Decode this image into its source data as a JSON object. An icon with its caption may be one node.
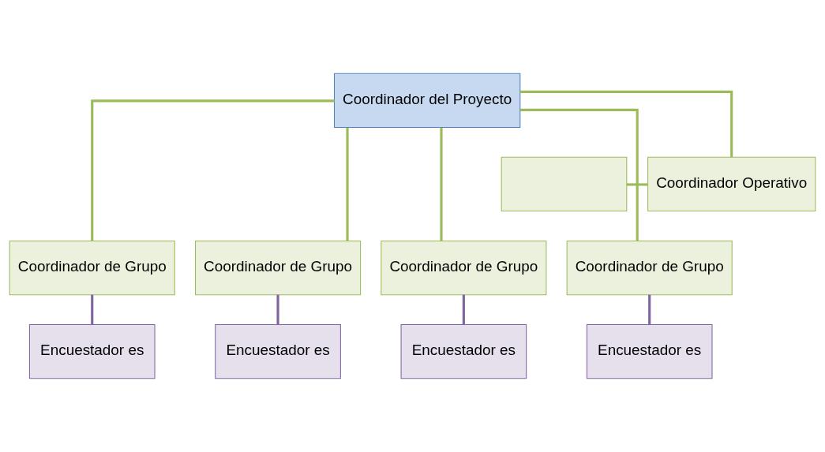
{
  "diagram": {
    "nodes": [
      {
        "text": [
          "Coordinador del Proyecto"
        ]
      },
      {
        "text": [],
        "shape": "box"
      },
      {
        "text": [
          "Coordinador Operativo"
        ]
      },
      {
        "text": [
          "Coordinador de Grupo"
        ]
      },
      {
        "text": [
          "Coordinador de Grupo"
        ]
      },
      {
        "text": [
          "Coordinador de Grupo"
        ]
      },
      {
        "text": [
          "Coordinador de Grupo"
        ]
      },
      {
        "text": [
          "Encuestador es"
        ]
      },
      {
        "text": [
          "Encuestador es"
        ]
      },
      {
        "text": [
          "Encuestador es"
        ]
      },
      {
        "text": [
          "Encuestador es"
        ]
      }
    ],
    "edges": [
      {
        "from": 1,
        "to": 2,
        "arrow": "none"
      },
      {
        "from": 0,
        "to": 2,
        "arrow": "none"
      },
      {
        "from": 0,
        "to": 3,
        "arrow": "none"
      },
      {
        "from": 0,
        "to": 4,
        "arrow": "none"
      },
      {
        "from": 0,
        "to": 5,
        "arrow": "none"
      },
      {
        "from": 0,
        "to": 6,
        "arrow": "none"
      },
      {
        "from": 3,
        "to": 7,
        "arrow": "none",
        "color": "#8064a2"
      },
      {
        "from": 4,
        "to": 8,
        "arrow": "none",
        "color": "#8064a2"
      },
      {
        "from": 5,
        "to": 9,
        "arrow": "none",
        "color": "#8064a2"
      },
      {
        "from": 6,
        "to": 10,
        "arrow": "none",
        "color": "#8064a2"
      }
    ]
  }
}
